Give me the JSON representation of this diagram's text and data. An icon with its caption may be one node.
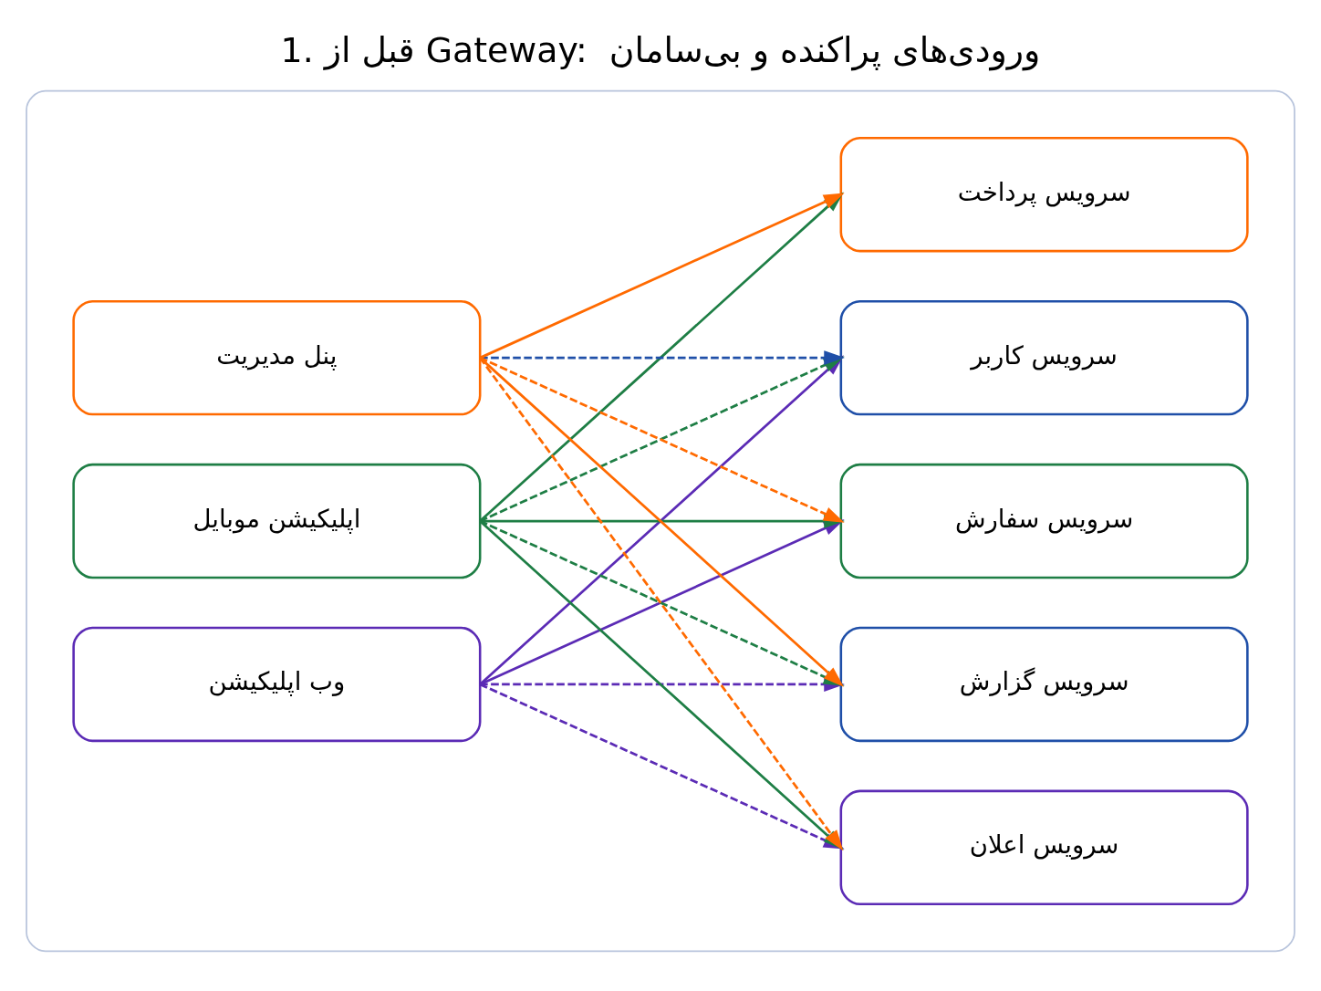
{
  "diagram": {
    "title": "1. قبل از Gateway:  ورودی‌های پراکنده و بی‌سامان",
    "nodes": [
      {
        "text": [],
        "shape": "box"
      },
      {
        "text": [
          "وب اپلیکیشن"
        ],
        "in": 0
      },
      {
        "text": [
          "اپلیکیشن موبایل"
        ],
        "in": 0
      },
      {
        "text": [
          "پنل مدیریت"
        ],
        "in": 0
      },
      {
        "text": [
          "سرویس کاربر"
        ],
        "in": 0
      },
      {
        "text": [
          "سرویس سفارش"
        ],
        "in": 0
      },
      {
        "text": [
          "سرویس پرداخت"
        ],
        "in": 0
      },
      {
        "text": [
          "سرویس اعلان"
        ],
        "in": 0
      },
      {
        "text": [
          "سرویس گزارش"
        ],
        "in": 0
      }
    ],
    "edges": [
      {
        "from": 1,
        "to": 4,
        "arrow": "to",
        "color": "#5b2bb5"
      },
      {
        "from": 1,
        "to": 5,
        "arrow": "to",
        "color": "#5b2bb5"
      },
      {
        "from": 1,
        "to": 7,
        "arrow": "to",
        "style": "dashed",
        "color": "#5b2bb5"
      },
      {
        "from": 1,
        "to": 8,
        "arrow": "to",
        "style": "dashed",
        "color": "#5b2bb5"
      },
      {
        "from": 2,
        "to": 4,
        "arrow": "to",
        "style": "dashed",
        "color": "#1e7e45"
      },
      {
        "from": 2,
        "to": 5,
        "arrow": "to",
        "color": "#1e7e45"
      },
      {
        "from": 2,
        "to": 6,
        "arrow": "to",
        "color": "#1e7e45"
      },
      {
        "from": 2,
        "to": 7,
        "arrow": "to",
        "color": "#1e7e45"
      },
      {
        "from": 2,
        "to": 8,
        "arrow": "to",
        "style": "dashed",
        "color": "#1e7e45"
      },
      {
        "from": 3,
        "to": 4,
        "arrow": "to",
        "style": "dashed",
        "color": "#1f4fa8"
      },
      {
        "from": 3,
        "to": 5,
        "arrow": "to",
        "style": "dashed",
        "color": "#ff6a00"
      },
      {
        "from": 3,
        "to": 6,
        "arrow": "to",
        "color": "#ff6a00"
      },
      {
        "from": 3,
        "to": 7,
        "arrow": "to",
        "style": "dashed",
        "color": "#ff6a00"
      },
      {
        "from": 3,
        "to": 8,
        "arrow": "to",
        "color": "#ff6a00"
      }
    ]
  }
}
